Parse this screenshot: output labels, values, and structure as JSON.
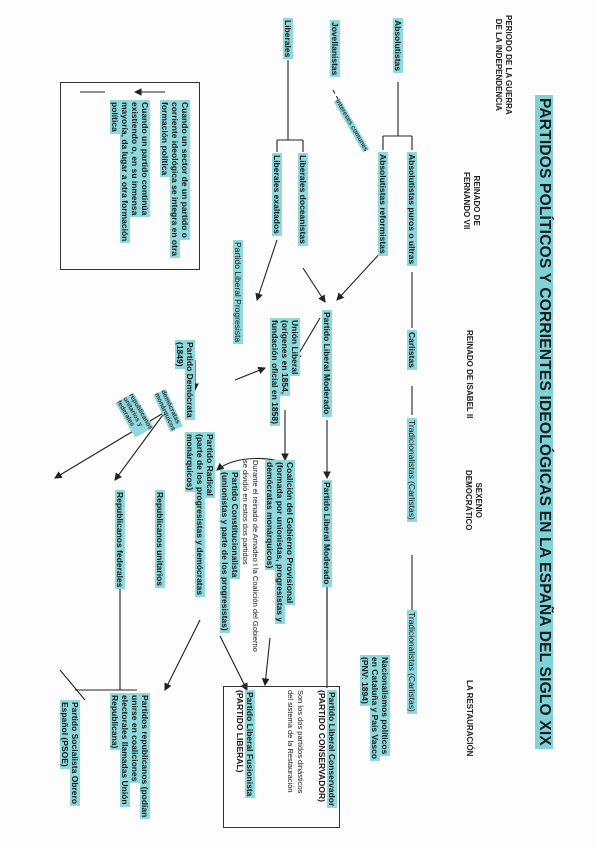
{
  "title": "PARTIDOS POLÍTICOS Y CORRIENTES IDEOLÓGICAS EN LA ESPAÑA DEL SIGLO XIX",
  "periods": {
    "independencia": [
      "PERIODO DE LA GUERRA",
      "DE LA INDEPENDENCIA"
    ],
    "fernando": [
      "REINADO DE",
      "FERNANDO VII"
    ],
    "isabel": "REINADO DE ISABEL II",
    "sexenio": [
      "SEXENIO",
      "DEMOCRÁTICO"
    ],
    "restauracion": "LA RESTAURACIÓN"
  },
  "nodes": {
    "absolutistas": "Absolutistas",
    "jovellanistas": "Jovellanistas",
    "liberales": "Liberales",
    "absolutistas_puros": "Absolutistas puros o ultras",
    "absolutistas_reformistas": "Absolutistas reformistas",
    "liberales_doceanistas": "Liberales doceanistas",
    "liberales_exaltados": "Liberales exaltados",
    "carlistas": "Carlistas",
    "partido_moderado": "Partido Liberal Moderado",
    "union_liberal": [
      "Unión Liberal",
      "(orígenes en 1854,",
      "fundación oficial en 1858)"
    ],
    "partido_progresista": "Partido Liberal Progresista",
    "partido_democrata": [
      "Partido Demócrata",
      "(1849)"
    ],
    "tradicionalistas_sexenio": "Tradicionalistas (Carlistas)",
    "moderado_sexenio": "Partido Liberal Moderado",
    "coalicion": [
      "Coalición del Gobierno Provisional",
      "(formada por unionistas, progresistas y",
      "demócratas monárquicos)"
    ],
    "coalicion_note": [
      "Durante el reinado de Amadeo I la Coalición del Gobierno",
      "se dividió en estos dos partidos"
    ],
    "constitucionalista": [
      "Partido Constitucionalista",
      "(unionistas y parte de los progresistas)"
    ],
    "radical": [
      "Partido Radical",
      "(parte de los progresistas y demócratas",
      "monárquicos)"
    ],
    "republicanos_unitarios": "Republicanos unitarios",
    "republicanos_federales": "Republicanos federales",
    "tradicionalistas_rest": "Tradicionalistas (Carlistas)",
    "nacionalismos": [
      "Nacionalismos políticos",
      "en Cataluña y País Vasco",
      "(PNV: 1894)"
    ],
    "conservador": [
      "Partido Liberal Conservador",
      "(PARTIDO CONSERVADOR)"
    ],
    "dinasticos_note": [
      "Son los dos partidos dinásticos",
      "del sistema de la Restauración"
    ],
    "fusionista": [
      "Partido Liberal Fusionista",
      "(PARTIDO LIBERAL)"
    ],
    "republicanos_rest": [
      "Partidos republicanos (podían",
      "unirse en coaliciones",
      "electorales llamadas Unión",
      "Republicana)"
    ],
    "psoe": [
      "Partido Socialista Obrero",
      "Español (PSOE)"
    ]
  },
  "small_labels": {
    "intereses": "intereses comunes",
    "demo_monarquicos": [
      "demócratas",
      "monárquicos"
    ],
    "republicanos_mini": [
      "republicanos",
      "unitarios y",
      "federales"
    ]
  },
  "legend": {
    "item1": [
      "Cuando un partido continúa",
      "existiendo o, en su inmensa",
      "mayoría, da lugar a otra formación",
      "política"
    ],
    "item2": [
      "Cuando un sector de un partido o",
      "corriente ideológica se integra en otra",
      "formación política"
    ]
  },
  "colors": {
    "highlight": "#8fd9dc",
    "title_highlight": "#7fd3d6",
    "ink": "#151515"
  }
}
